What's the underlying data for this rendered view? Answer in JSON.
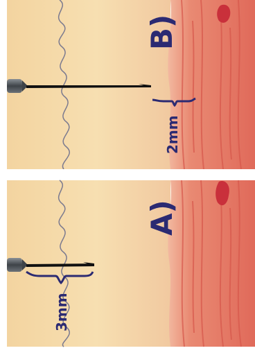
{
  "panel_top": {
    "label": "B)",
    "measurement": "2mm"
  },
  "panel_bottom": {
    "label": "A)",
    "measurement": "3mm"
  },
  "colors": {
    "skin": "#f6d9a6",
    "muscle_base": "#e9826e",
    "muscle_dark": "#d94f45",
    "label_color": "#2b2a72",
    "needle_color": "#111111",
    "hub_color": "#4a4f55",
    "background": "#ffffff"
  },
  "icons": {
    "needle_hub": "needle-hub-icon"
  }
}
